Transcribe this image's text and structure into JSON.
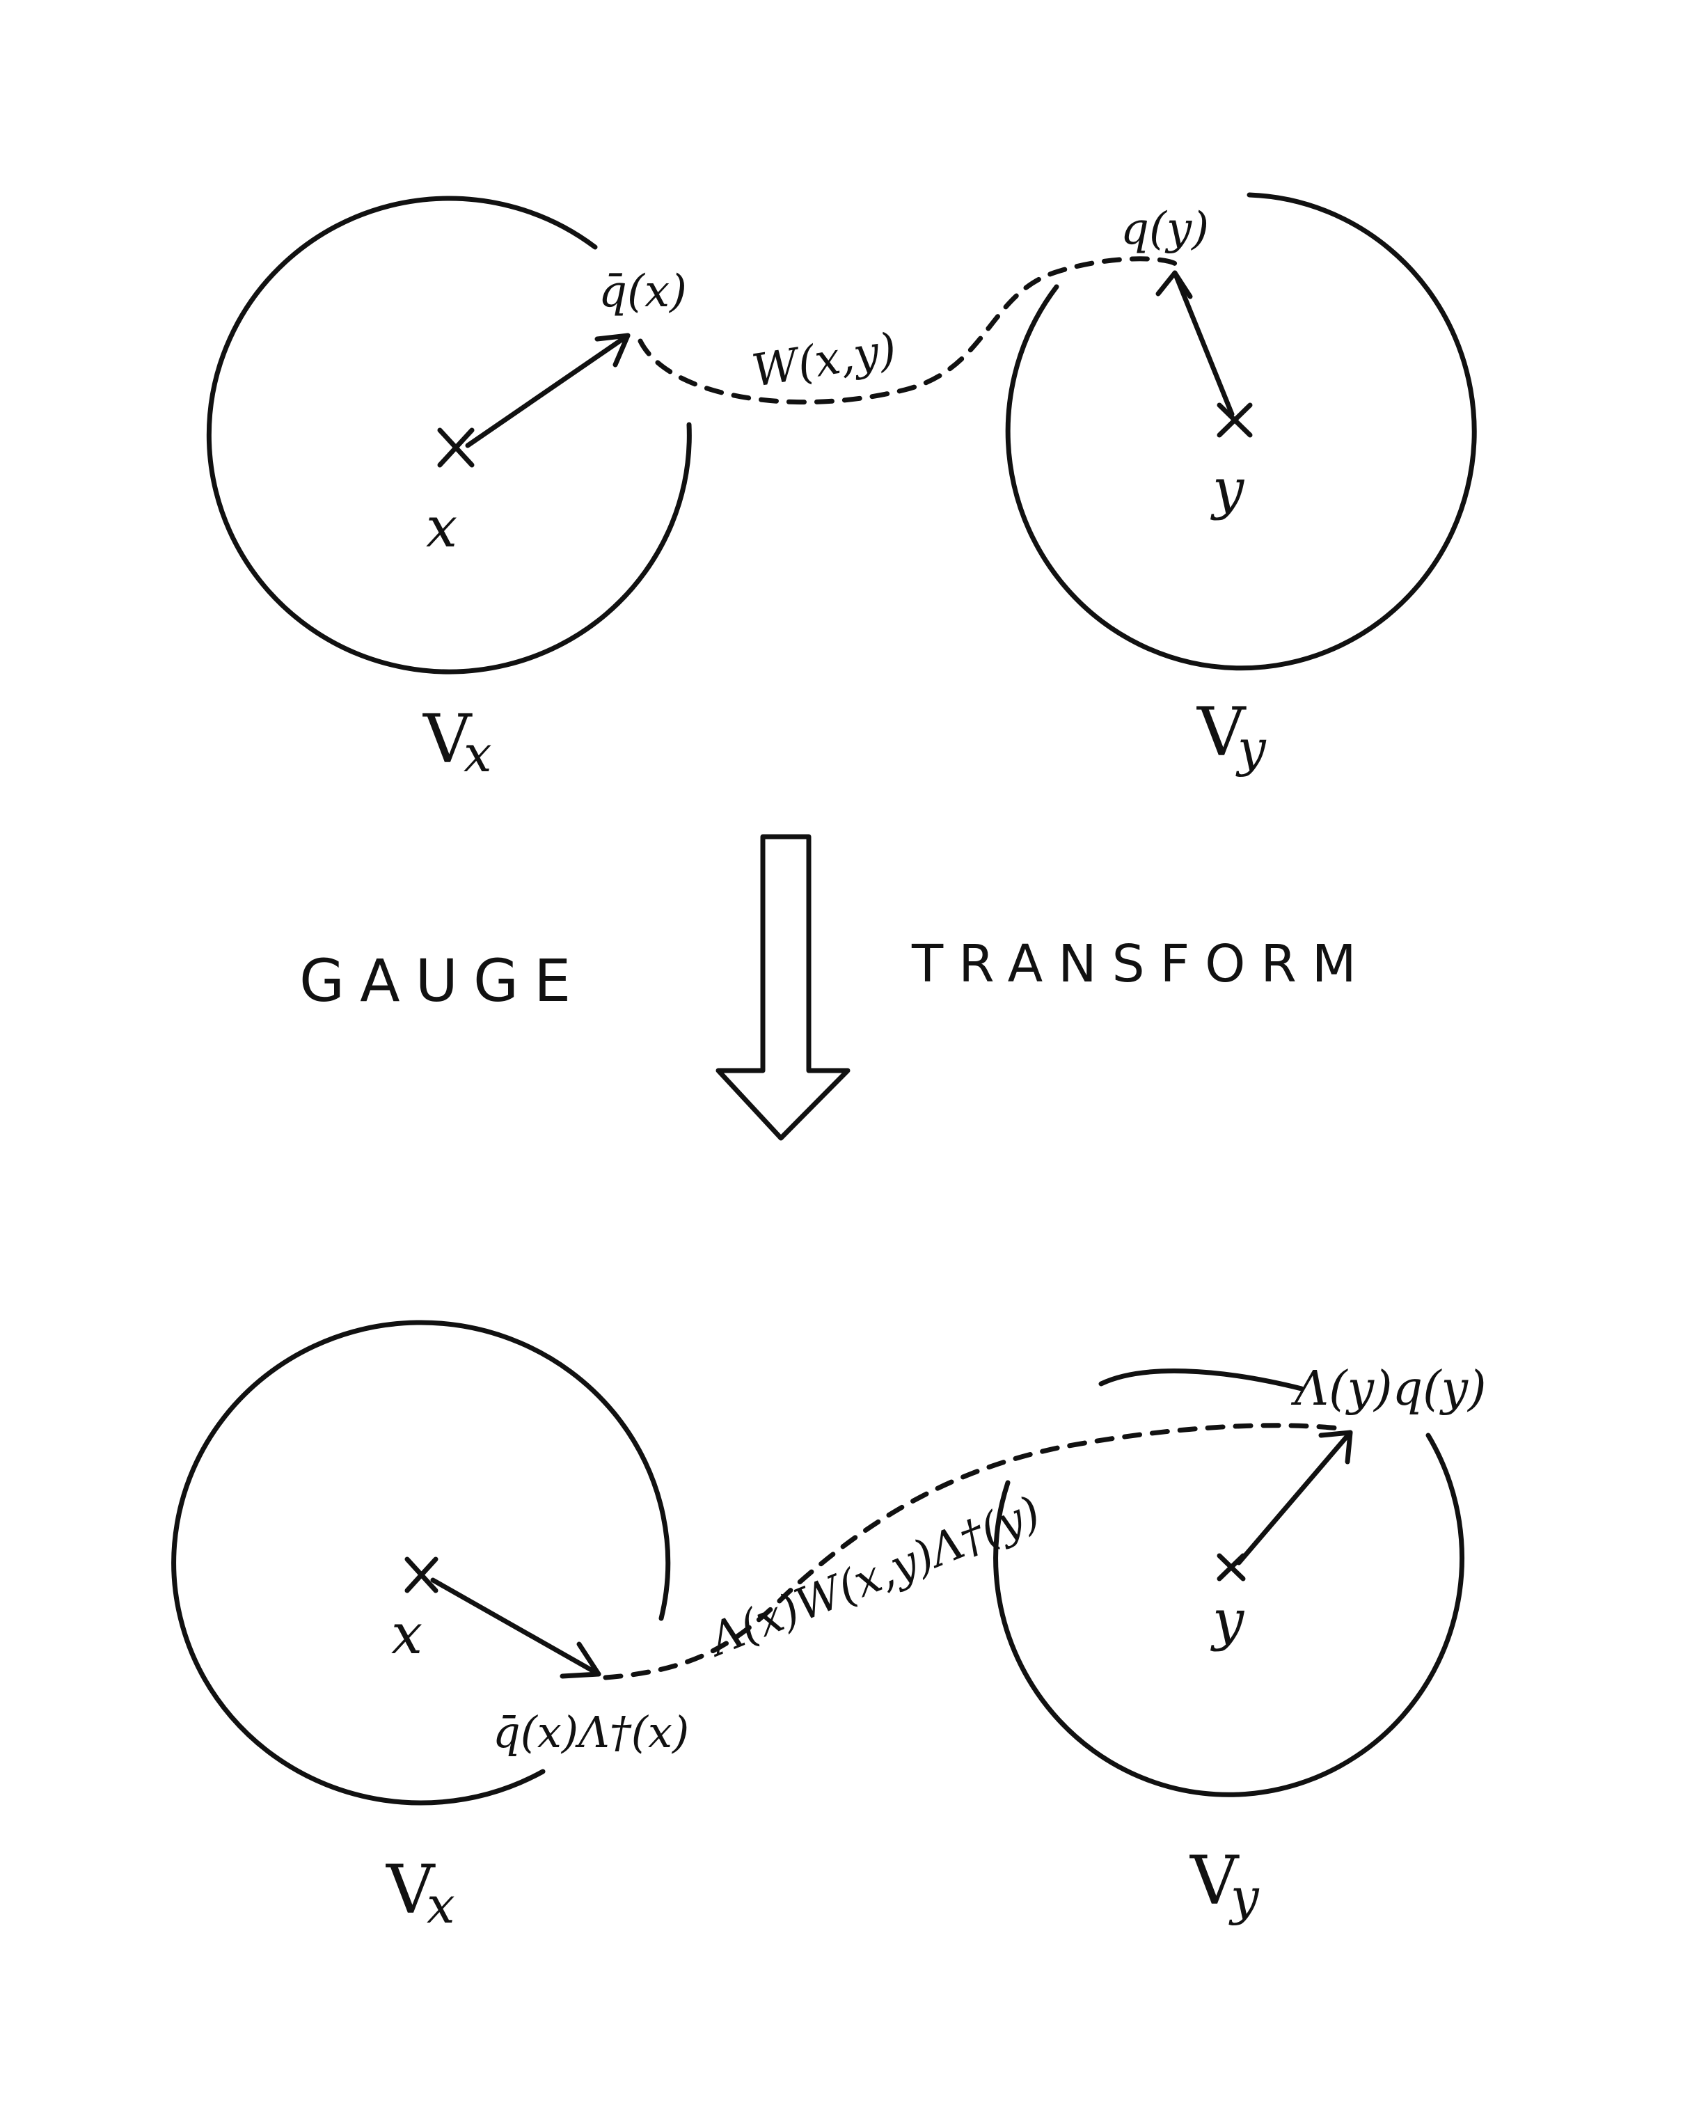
{
  "top": {
    "region_x_label": "V",
    "region_x_sub": "x",
    "region_y_label": "V",
    "region_y_sub": "y",
    "point_x_label": "x",
    "point_y_label": "y",
    "qbar_label": "q̄(x)",
    "q_label": "q(y)",
    "wilson_label": "W(x,y)"
  },
  "arrow": {
    "left_text": "GAUGE",
    "right_text": "TRANSFORM"
  },
  "bottom": {
    "region_x_label": "V",
    "region_x_sub": "x",
    "region_y_label": "V",
    "region_y_sub": "y",
    "point_x_label": "x",
    "point_y_label": "y",
    "qbar_label": "q̄(x)Λ†(x)",
    "q_label": "Λ(y)q(y)",
    "wilson_label": "Λ(x)W(x,y)Λ†(y)"
  },
  "colors": {
    "ink": "#111111",
    "paper": "#ffffff"
  }
}
